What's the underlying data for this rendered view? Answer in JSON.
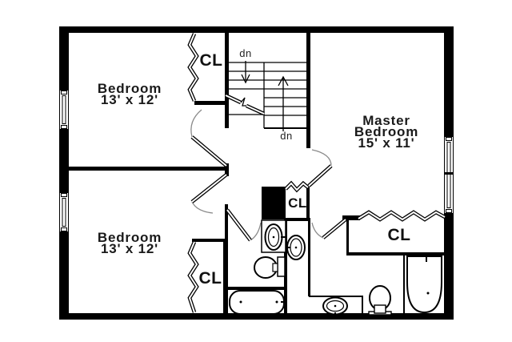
{
  "floor_plan": {
    "rooms": [
      {
        "line1": "Bedroom",
        "line2": "13' x 12'"
      },
      {
        "line1": "Bedroom",
        "line2": "13' x 12'"
      },
      {
        "line1": "Master",
        "line2": "Bedroom",
        "line3": "15' x 11'"
      }
    ],
    "labels": {
      "closet": "CL",
      "stairs_down": "dn"
    },
    "colors": {
      "wall": "#000000",
      "text": "#1a1a1a",
      "door_swing_arc": "#8a8a8a",
      "background": "#ffffff",
      "chase_fill": "#000000"
    }
  }
}
